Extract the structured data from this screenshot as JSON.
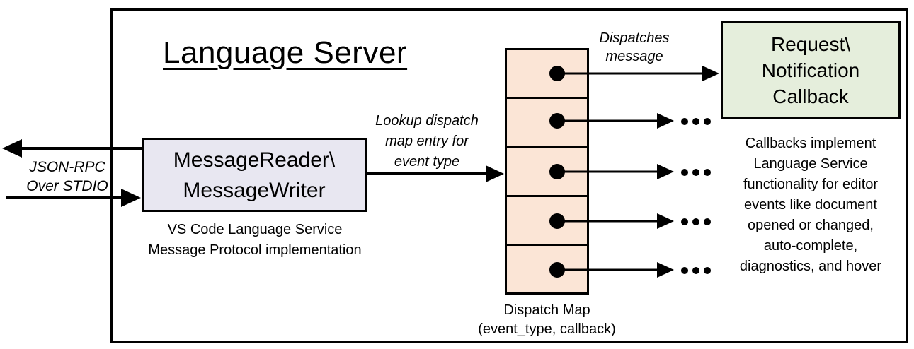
{
  "diagram": {
    "title": "Language Server",
    "stdio_label": [
      "JSON-RPC",
      "Over STDIO"
    ],
    "reader_box": [
      "MessageReader\\",
      "MessageWriter"
    ],
    "reader_caption": [
      "VS Code Language Service",
      "Message Protocol implementation"
    ],
    "lookup_label": [
      "Lookup dispatch",
      "map entry for",
      "event type"
    ],
    "dispatch_map": {
      "cell_count": 5,
      "caption": [
        "Dispatch Map",
        "(event_type, callback)"
      ]
    },
    "dispatches_label": [
      "Dispatches",
      "message"
    ],
    "callback_box": [
      "Request\\",
      "Notification",
      "Callback"
    ],
    "callbacks_note": [
      "Callbacks implement",
      "Language Service",
      "functionality for editor",
      "events like document",
      "opened or changed,",
      "auto-complete,",
      "diagnostics, and hover"
    ],
    "ellipsis": "...",
    "colors": {
      "reader_box_fill": "#E8E7F1",
      "dispatch_map_fill": "#FBE5D6",
      "callback_box_fill": "#E5EEDC",
      "stroke": "#000000"
    }
  }
}
